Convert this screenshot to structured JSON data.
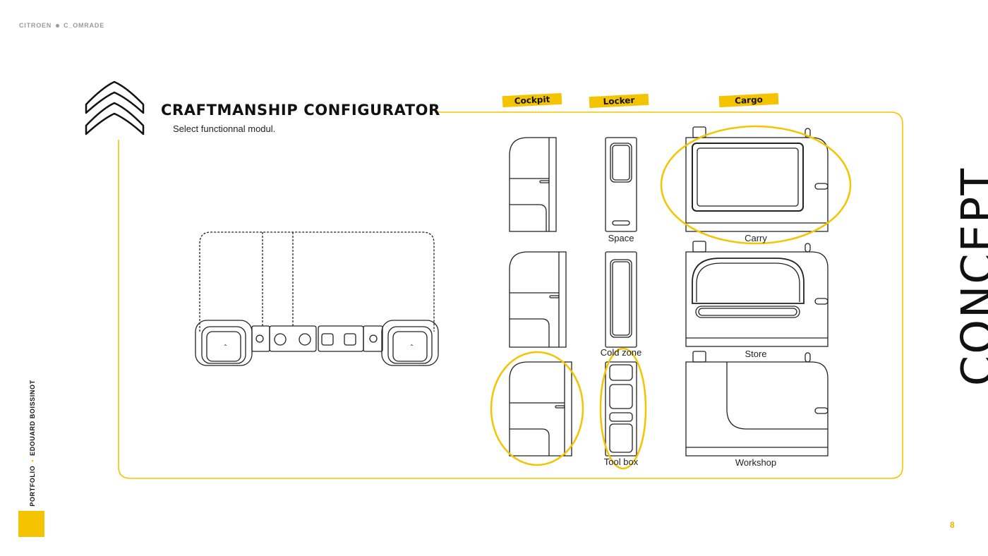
{
  "header": {
    "brand": "CITROEN",
    "product": "C_OMRADE"
  },
  "section": {
    "title": "CRAFTMANSHIP CONFIGURATOR",
    "subtitle": "Select functionnal modul."
  },
  "categories": [
    {
      "label": "Cockpit"
    },
    {
      "label": "Locker"
    },
    {
      "label": "Cargo"
    }
  ],
  "modules": {
    "locker": [
      "Space",
      "Cold zone",
      "Tool box"
    ],
    "cargo": [
      "Carry",
      "Store",
      "Workshop"
    ]
  },
  "side_title": "CONCEPT",
  "sidebar": {
    "portfolio": "PORTFOLIO",
    "author": "EDOUARD BOISSINOT"
  },
  "page_number": "8",
  "colors": {
    "accent": "#f5c400",
    "text": "#111111",
    "muted": "#9a9a9a"
  },
  "icons": [
    "citroen-chevron-logo-icon"
  ]
}
